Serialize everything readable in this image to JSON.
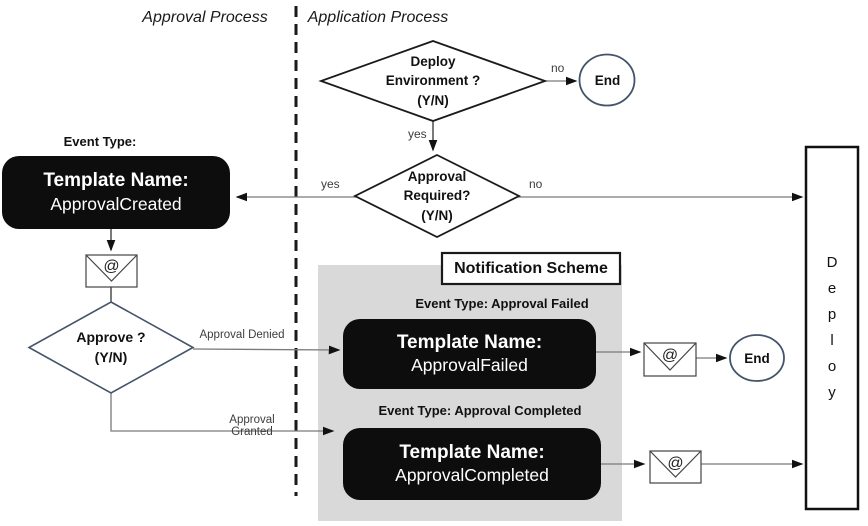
{
  "header": {
    "left_title": "Approval Process",
    "right_title": "Application Process"
  },
  "decisions": {
    "deploy_environment": "Deploy\nEnvironment ?\n(Y/N)",
    "approval_required": "Approval\nRequired?\n(Y/N)",
    "approve": "Approve ?\n(Y/N)"
  },
  "terminators": {
    "end_top": "End",
    "end_middle": "End"
  },
  "templates": {
    "created": {
      "event_type": "Event Type:",
      "title": "Template Name:",
      "name": "ApprovalCreated"
    },
    "failed": {
      "event_type": "Event Type: Approval Failed",
      "title": "Template Name:",
      "name": "ApprovalFailed"
    },
    "completed": {
      "event_type": "Event Type: Approval Completed",
      "title": "Template Name:",
      "name": "ApprovalCompleted"
    }
  },
  "notification_scheme_label": "Notification Scheme",
  "deploy_box_letters": "D\ne\np\nl\no\ny",
  "edge_labels": {
    "no_top": "no",
    "yes_down": "yes",
    "yes_left": "yes",
    "no_right": "no",
    "approval_denied": "Approval Denied",
    "approval_granted": "Approval Granted"
  },
  "icons": {
    "email_at": "@"
  },
  "colors": {
    "node_black": "#0d0d0d",
    "accent_blue": "#44546A",
    "panel_gray": "#d9d9d9",
    "line_gray": "#7a7a7a"
  }
}
